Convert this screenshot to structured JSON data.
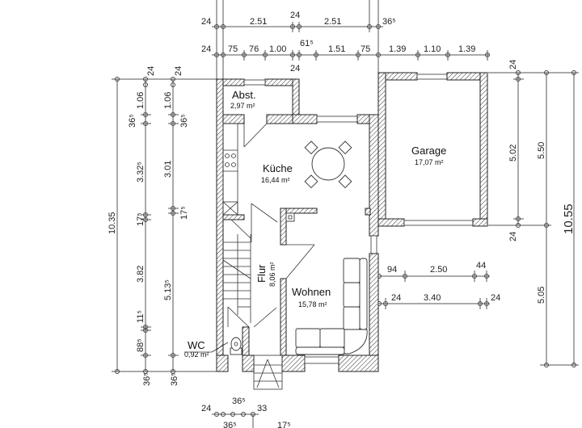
{
  "plan": {
    "rooms": [
      {
        "id": "abst",
        "name": "Abst.",
        "area": "2,97 m²"
      },
      {
        "id": "kueche",
        "name": "Küche",
        "area": "16,44 m²"
      },
      {
        "id": "garage",
        "name": "Garage",
        "area": "17,07 m²"
      },
      {
        "id": "flur",
        "name": "Flur",
        "area": "8,06 m²"
      },
      {
        "id": "wohnen",
        "name": "Wohnen",
        "area": "15,78 m²"
      },
      {
        "id": "wc",
        "name": "WC",
        "area": "0,92 m²"
      }
    ],
    "dimensions": {
      "top_row1": [
        "24",
        "2.51",
        "24",
        "2.51",
        "36⁵"
      ],
      "top_row2": [
        "24",
        "75",
        "76",
        "1.00",
        "61⁵",
        "1.51",
        "75",
        "1.39",
        "1.10",
        "1.39"
      ],
      "top_row2_below": "24",
      "left_outer": "10.35",
      "left_mid": [
        "24",
        "1.06",
        "36⁵",
        "3.32⁵",
        "17⁵",
        "3.82",
        "11⁵",
        "88⁵",
        "36⁵"
      ],
      "left_inner": [
        "24",
        "1.06",
        "36⁵",
        "3.01",
        "17⁵",
        "5.13⁵",
        "36⁵"
      ],
      "right_inner": [
        "24",
        "5.02",
        "24"
      ],
      "right_mid": [
        "5.50",
        "5.05"
      ],
      "right_outer": "10.55",
      "wohnen_row1": [
        "94",
        "2.50",
        "44"
      ],
      "wohnen_row2": [
        "24",
        "3.40",
        "24"
      ],
      "bottom_row1": [
        "24",
        "36⁵",
        "33"
      ],
      "bottom_row2": [
        "36⁵",
        "17⁵"
      ]
    }
  }
}
